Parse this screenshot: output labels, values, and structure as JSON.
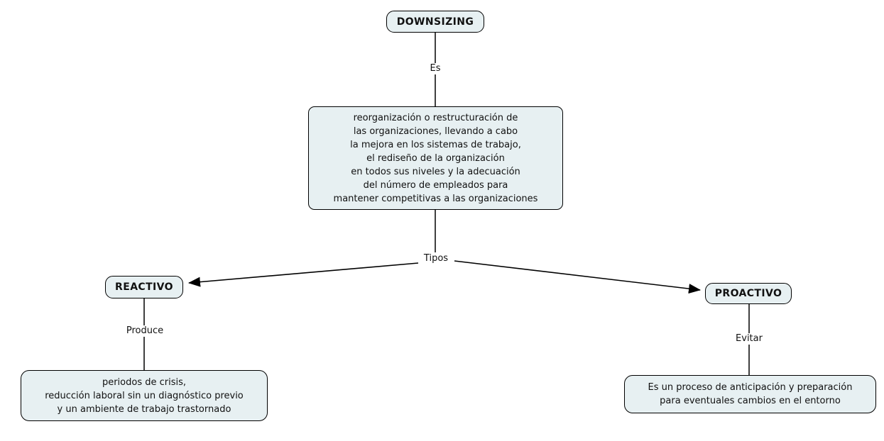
{
  "concept_map": {
    "root": "DOWNSIZING",
    "link_labels": {
      "es": "Es",
      "tipos": "Tipos",
      "produce": "Produce",
      "evitar": "Evitar"
    },
    "definition": "reorganización o restructuración de\nlas organizaciones, llevando a cabo\nla mejora en los sistemas de trabajo,\nel rediseño de la organización\nen todos sus niveles y la adecuación\ndel número de empleados para\nmantener competitivas a las organizaciones",
    "types": {
      "reactive": "REACTIVO",
      "proactive": "PROACTIVO"
    },
    "reactive_outcome": "periodos de crisis,\nreducción laboral sin un diagnóstico previo\ny un ambiente de trabajo trastornado",
    "proactive_outcome": "Es un proceso de anticipación y preparación\npara eventuales cambios en el entorno",
    "colors": {
      "node_fill": "#e7f0f2",
      "node_border": "#000000",
      "background": "#ffffff",
      "text": "#111111"
    }
  }
}
